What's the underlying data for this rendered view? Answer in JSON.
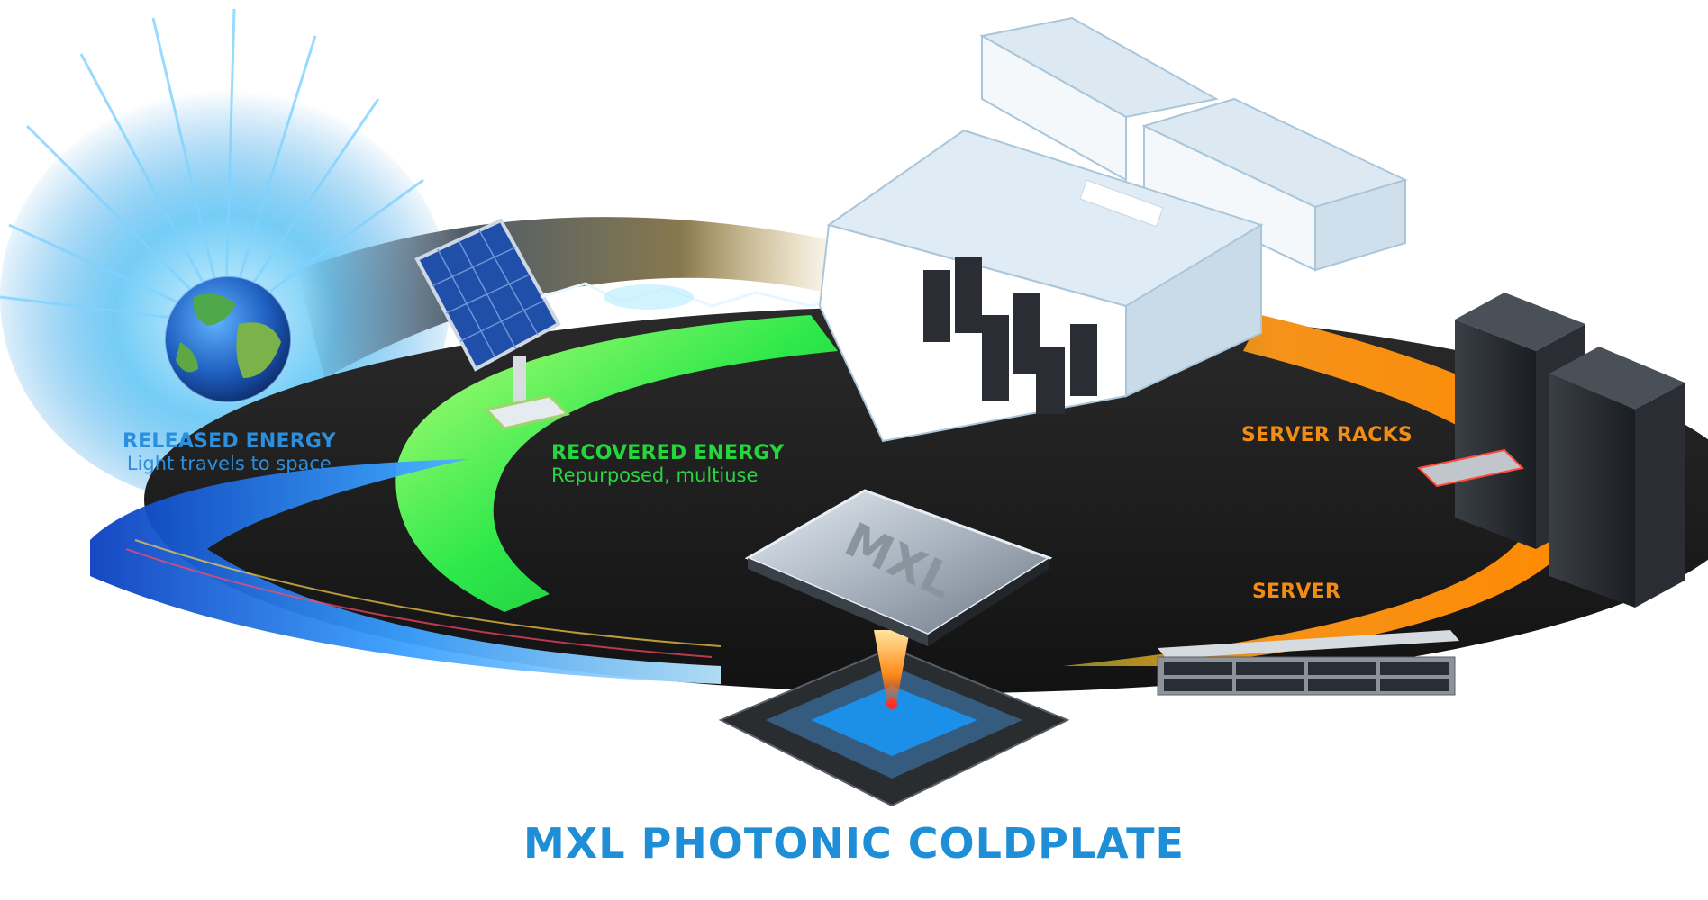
{
  "labels": {
    "released": {
      "title": "RELEASED ENERGY",
      "subtitle": "Light travels to space"
    },
    "recovered": {
      "title": "RECOVERED ENERGY",
      "subtitle": "Repurposed, multiuse"
    },
    "server_racks": {
      "title": "SERVER RACKS"
    },
    "server": {
      "title": "SERVER"
    },
    "chip_mark": "MXL"
  },
  "title": "MXL PHOTONIC COLDPLATE",
  "colors": {
    "released": "#2b8fe0",
    "released_sub": "#2b8fe0",
    "recovered": "#22d63b",
    "recovered_sub": "#28d640",
    "racks": "#f28c13",
    "server": "#f28c13",
    "title": "#1e8fd6",
    "disc": "#1c1c1c",
    "green_ring": "#2ee84a",
    "orange_ring": "#f5921a",
    "blue_ring": "#1a7de0"
  },
  "icons": [
    "globe-icon",
    "solar-panel-icon",
    "data-center-icon",
    "server-rack-icon",
    "server-icon",
    "chip-icon",
    "light-rays-icon",
    "lightning-icon"
  ]
}
